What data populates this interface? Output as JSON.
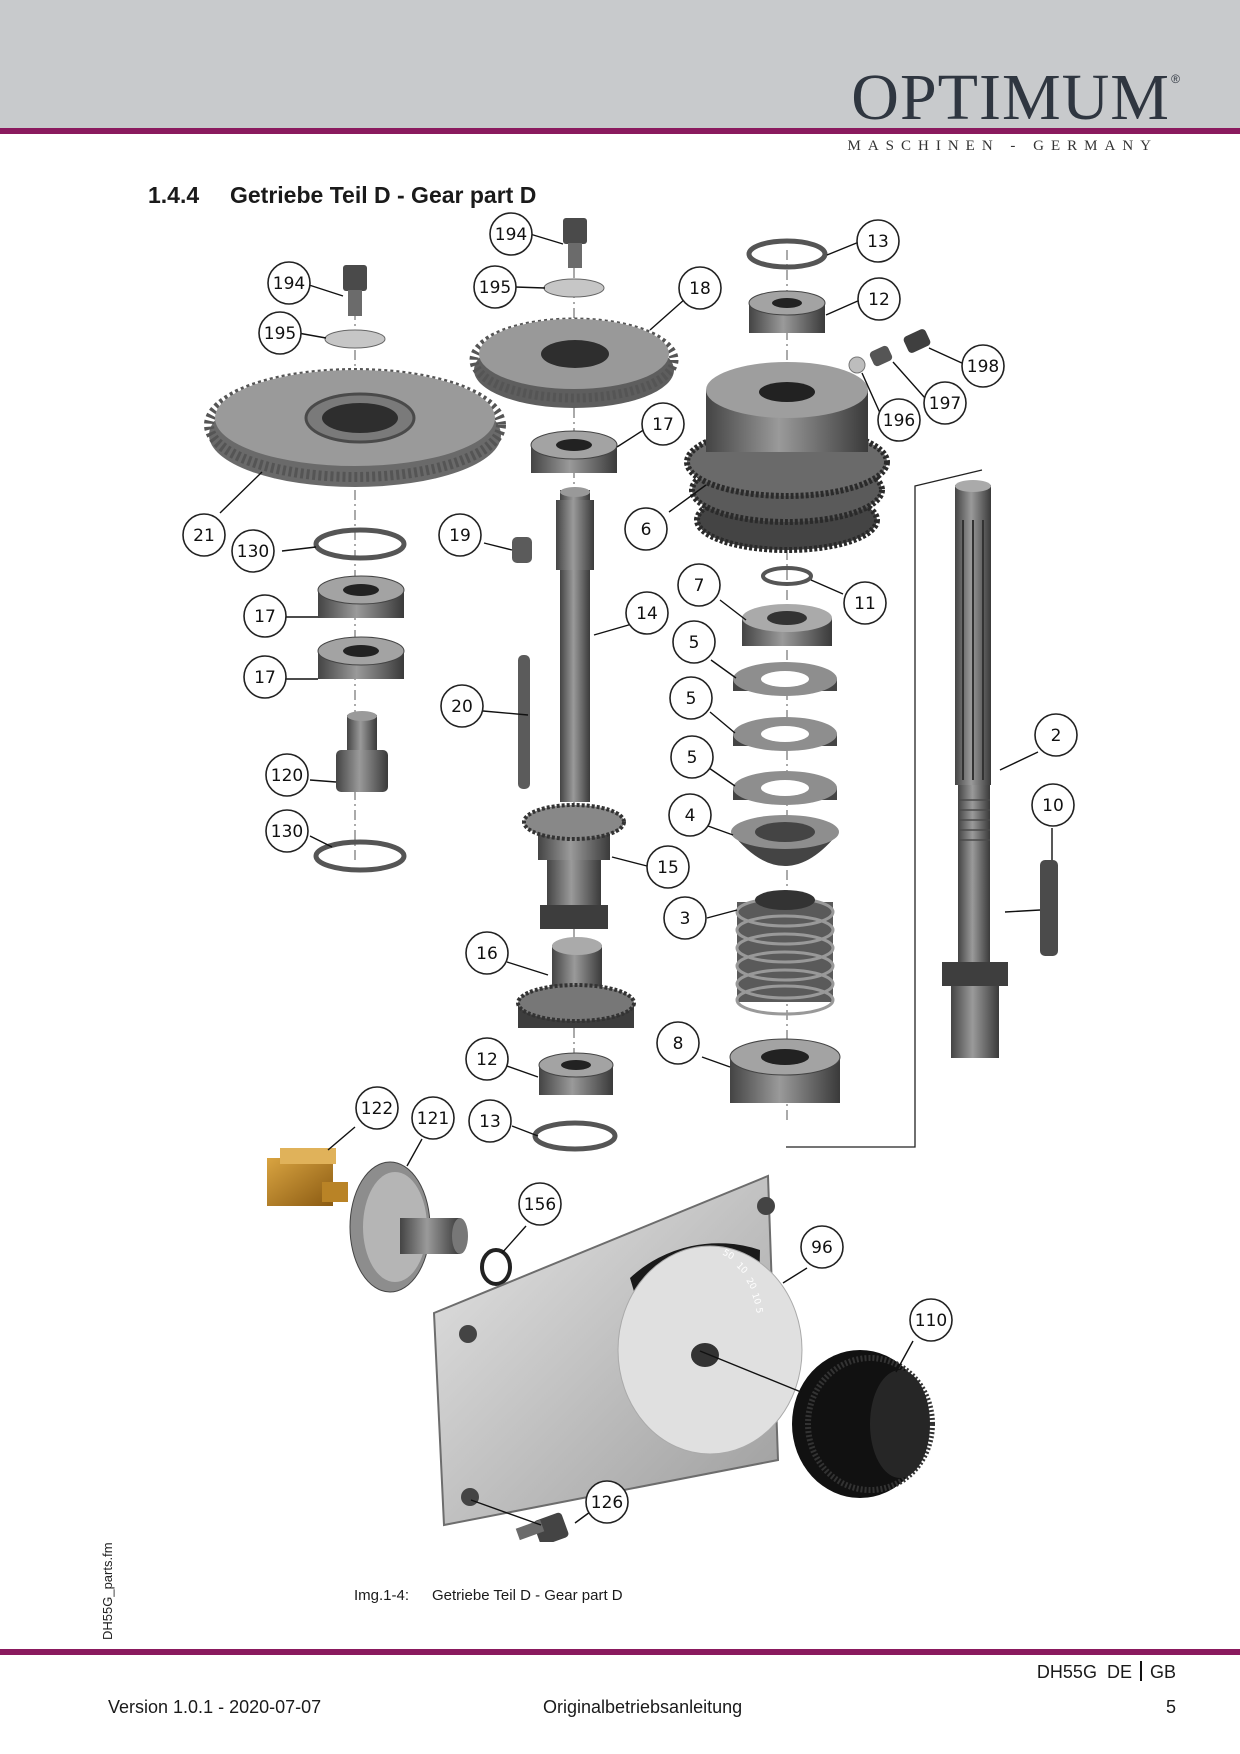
{
  "header": {
    "brand": "OPTIMUM",
    "registered": "®",
    "tagline": "MASCHINEN - GERMANY"
  },
  "section": {
    "number": "1.4.4",
    "title": "Getriebe Teil D - Gear part D"
  },
  "callouts": [
    "194",
    "195",
    "194",
    "195",
    "18",
    "13",
    "12",
    "198",
    "197",
    "196",
    "17",
    "6",
    "21",
    "130",
    "19",
    "11",
    "17",
    "7",
    "14",
    "17",
    "5",
    "20",
    "5",
    "2",
    "120",
    "5",
    "10",
    "130",
    "4",
    "15",
    "3",
    "16",
    "8",
    "12",
    "122",
    "121",
    "13",
    "156",
    "96",
    "110",
    "126"
  ],
  "dial_marks": [
    "50",
    "10",
    "20",
    "10",
    "5"
  ],
  "side_label": "DH55G_parts.fm",
  "caption": {
    "number": "Img.1-4:",
    "text": "Getriebe Teil D - Gear part D"
  },
  "footer": {
    "model": "DH55G",
    "lang_de": "DE",
    "lang_gb": "GB",
    "version": "Version 1.0.1 - 2020-07-07",
    "doc_type": "Originalbetriebsanleitung",
    "page": "5"
  }
}
